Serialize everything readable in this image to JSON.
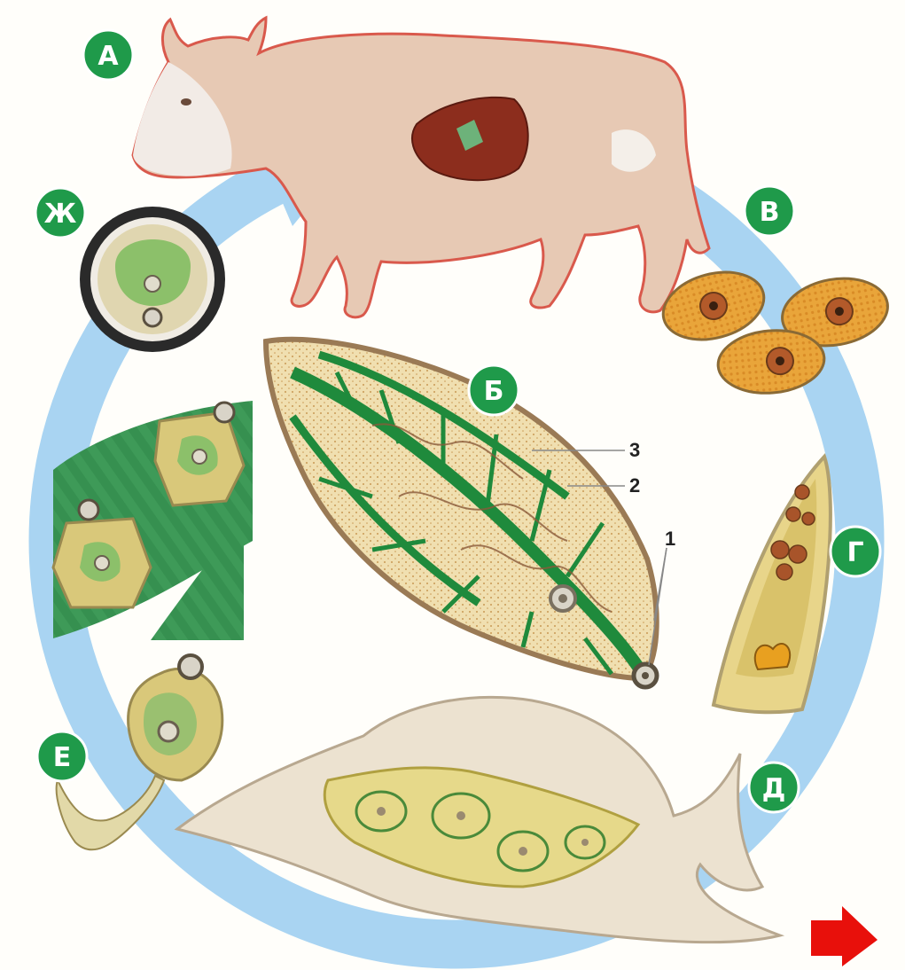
{
  "stage_labels": {
    "a": "А",
    "b": "Б",
    "v": "В",
    "g": "Г",
    "d": "Д",
    "e": "Е",
    "zh": "Ж"
  },
  "part_labels": [
    "1",
    "2",
    "3"
  ],
  "colors": {
    "cycle_arrow": "#a9d4f2",
    "badge": "#1f9a4a",
    "next_arrow": "#e8100b",
    "fluke_green": "#1f8a3c",
    "outline_red": "#d9594c"
  },
  "icons": [
    "next-arrow-icon"
  ]
}
